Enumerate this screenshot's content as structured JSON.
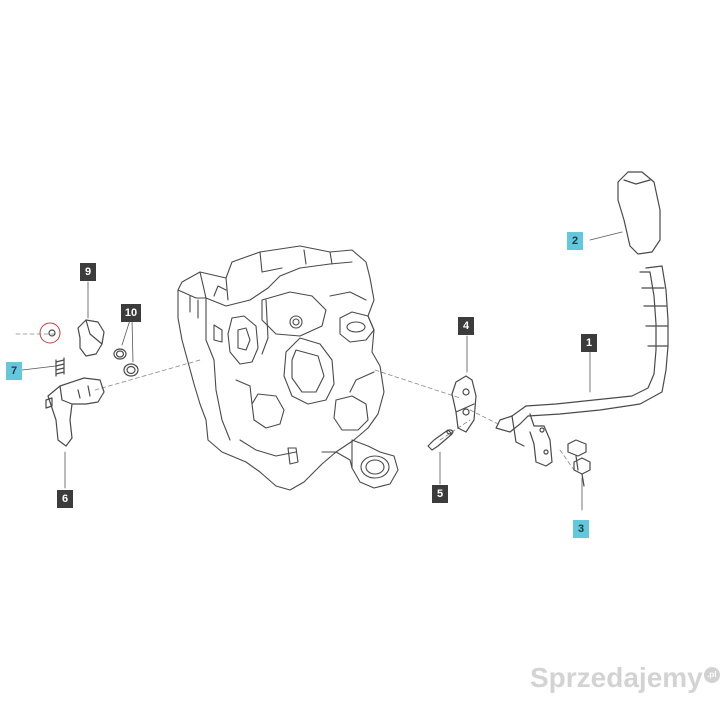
{
  "callouts": {
    "c1": "1",
    "c2": "2",
    "c3": "3",
    "c4": "4",
    "c5": "5",
    "c6": "6",
    "c7": "7",
    "c9": "9",
    "c10": "10"
  },
  "colors": {
    "callout_dark": "#3c3c3c",
    "callout_cyan": "#64c8dc",
    "line_art": "#4a4a4a"
  },
  "watermark": {
    "text": "Sprzedajemy",
    "suffix": ".pl"
  }
}
